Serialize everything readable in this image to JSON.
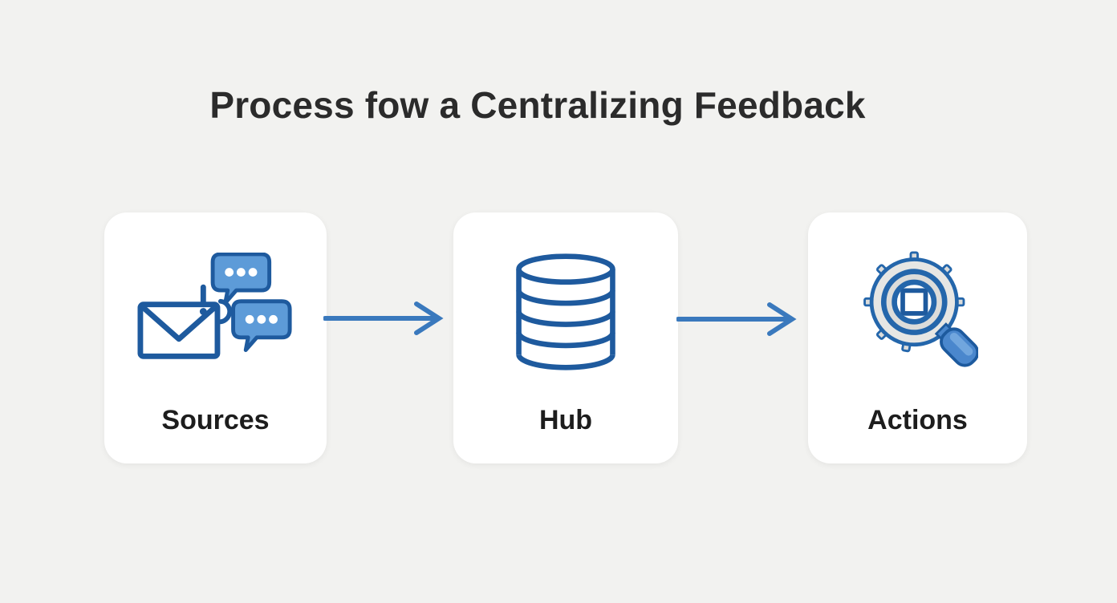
{
  "page": {
    "title": "Process fow a Centralizing Feedback",
    "background_color": "#f2f2f0"
  },
  "flow": {
    "nodes": [
      {
        "id": "sources",
        "label": "Sources",
        "icon": "mail-and-chat-icon"
      },
      {
        "id": "hub",
        "label": "Hub",
        "icon": "database-icon"
      },
      {
        "id": "actions",
        "label": "Actions",
        "icon": "magnifier-gear-icon"
      }
    ],
    "connectors": [
      {
        "from": "sources",
        "to": "hub",
        "style": "arrow-right"
      },
      {
        "from": "hub",
        "to": "actions",
        "style": "arrow-right"
      }
    ]
  },
  "colors": {
    "background": "#f2f2f0",
    "card_background": "#ffffff",
    "title_text": "#2b2b2b",
    "label_text": "#1d1d1d",
    "icon_stroke_blue": "#1e5a9e",
    "icon_fill_blue": "#5d9bd8",
    "icon_fill_gray": "#e4e4e2",
    "handle_blue": "#4a87cd",
    "arrow_blue": "#3a79bd"
  }
}
